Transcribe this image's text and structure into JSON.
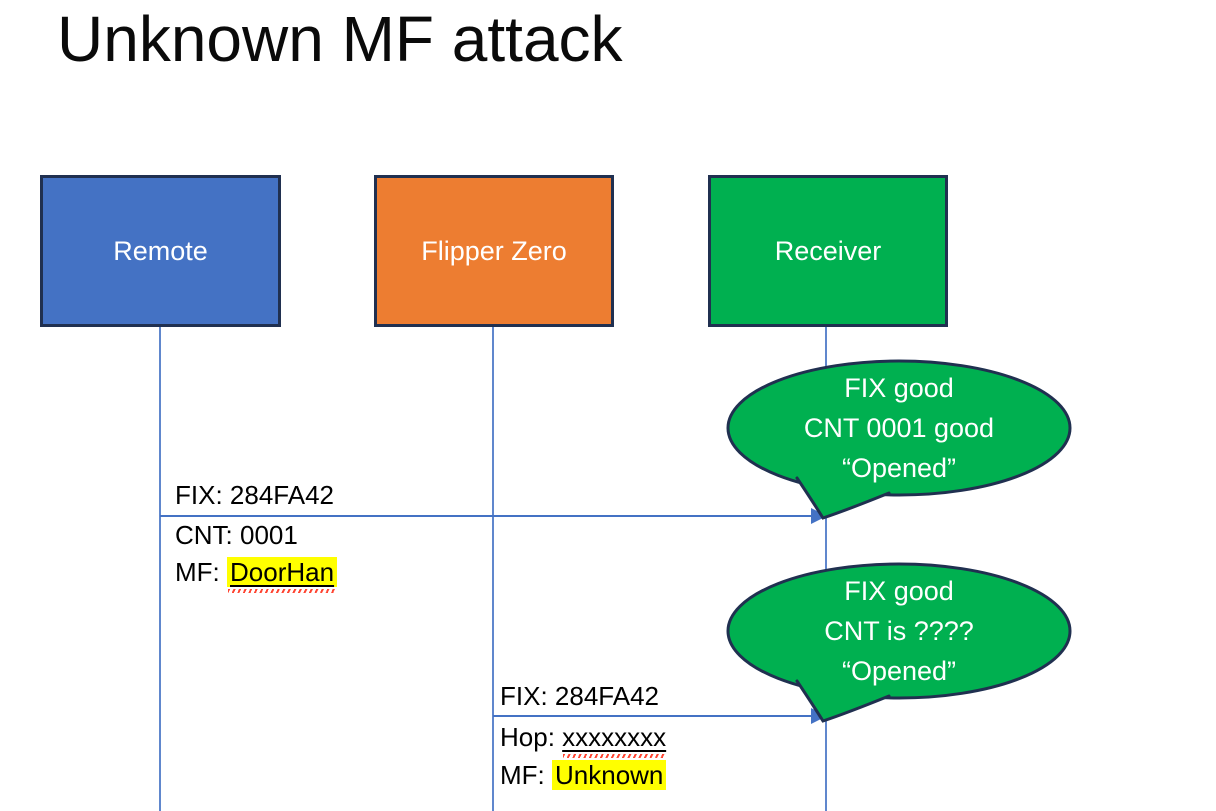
{
  "title": "Unknown MF attack",
  "actors": [
    {
      "id": "remote",
      "label": "Remote"
    },
    {
      "id": "flipper-zero",
      "label": "Flipper Zero"
    },
    {
      "id": "receiver",
      "label": "Receiver"
    }
  ],
  "messages": [
    {
      "from": "Remote",
      "to": "Receiver",
      "above": "FIX: 284FA42",
      "line1": "CNT: 0001",
      "line2_prefix": "MF: ",
      "line2_value": "DoorHan"
    },
    {
      "from": "Flipper Zero",
      "to": "Receiver",
      "above": "FIX: 284FA42",
      "line1_prefix": "Hop: ",
      "line1_value": "xxxxxxxx",
      "line2_prefix": "MF: ",
      "line2_value": "Unknown"
    }
  ],
  "bubbles": [
    {
      "line1": "FIX good",
      "line2": "CNT 0001 good",
      "line3": "“Opened”"
    },
    {
      "line1": "FIX good",
      "line2": "CNT is ????",
      "line3": "“Opened”"
    }
  ],
  "colors": {
    "remote_fill": "#4472C4",
    "flipper_fill": "#ED7D31",
    "receiver_fill": "#00B050",
    "bubble_fill": "#00B050",
    "shape_border": "#203050",
    "line_blue": "#4472C4",
    "highlight_yellow": "#FFFF00",
    "squiggle_red": "#FF4633",
    "text_on_shapes": "#FFFFFF",
    "text_black": "#000000"
  }
}
